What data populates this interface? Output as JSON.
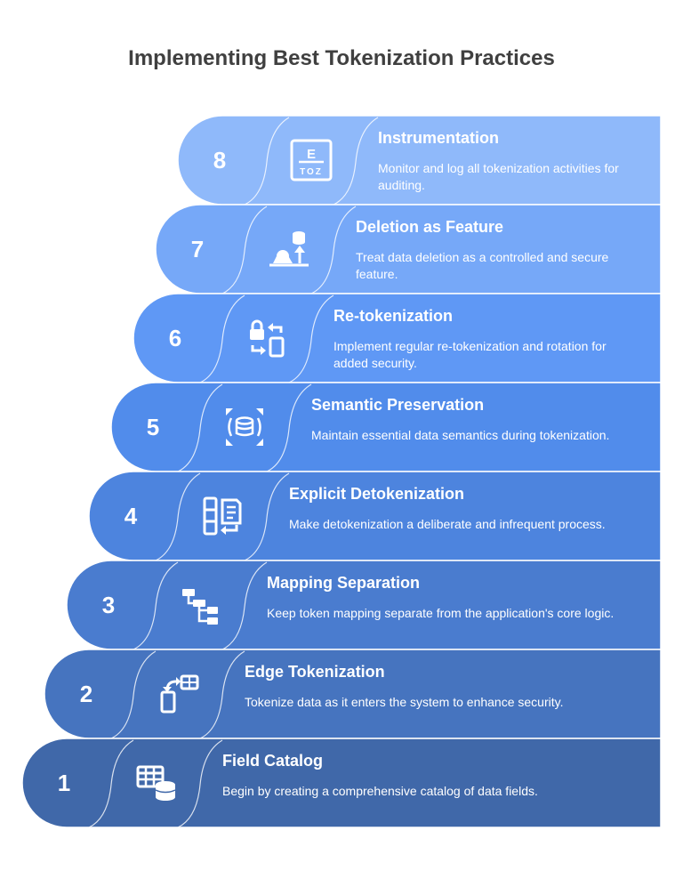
{
  "title": "Implementing Best Tokenization Practices",
  "steps": [
    {
      "number": "1",
      "title": "Field Catalog",
      "description": "Begin by creating a comprehensive catalog of data fields.",
      "icon": "table-database-icon",
      "color": "#4068a9"
    },
    {
      "number": "2",
      "title": "Edge Tokenization",
      "description": "Tokenize data as it enters the system to enhance security.",
      "icon": "device-transfer-icon",
      "color": "#4674bf"
    },
    {
      "number": "3",
      "title": "Mapping Separation",
      "description": "Keep token mapping separate from the application's core logic.",
      "icon": "mapping-flow-icon",
      "color": "#4a7ccf"
    },
    {
      "number": "4",
      "title": "Explicit Detokenization",
      "description": "Make detokenization a deliberate and infrequent process.",
      "icon": "document-return-icon",
      "color": "#4d84de"
    },
    {
      "number": "5",
      "title": "Semantic Preservation",
      "description": "Maintain essential data semantics during tokenization.",
      "icon": "database-expand-icon",
      "color": "#518ceb"
    },
    {
      "number": "6",
      "title": "Re-tokenization",
      "description": "Implement regular re-tokenization and rotation for added security.",
      "icon": "lock-rotate-icon",
      "color": "#5f98f5"
    },
    {
      "number": "7",
      "title": "Deletion as Feature",
      "description": "Treat data deletion as a controlled and secure feature.",
      "icon": "data-deletion-icon",
      "color": "#76a8f8"
    },
    {
      "number": "8",
      "title": "Instrumentation",
      "description": "Monitor and log all tokenization activities for auditing.",
      "icon": "eye-chart-icon",
      "color": "#8fb9fa"
    }
  ]
}
